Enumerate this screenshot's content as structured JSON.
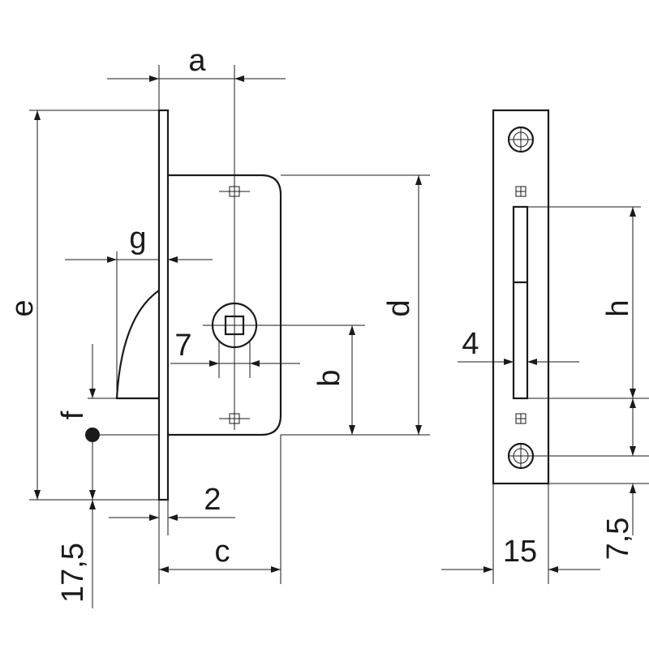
{
  "labels": {
    "a": "a",
    "b": "b",
    "c": "c",
    "d": "d",
    "e": "e",
    "f": "f",
    "g": "g",
    "h": "h",
    "dim_7": "7",
    "dim_2": "2",
    "dim_4": "4",
    "dim_15": "15",
    "dim_17_5": "17,5",
    "dim_7_5": "7,5"
  }
}
